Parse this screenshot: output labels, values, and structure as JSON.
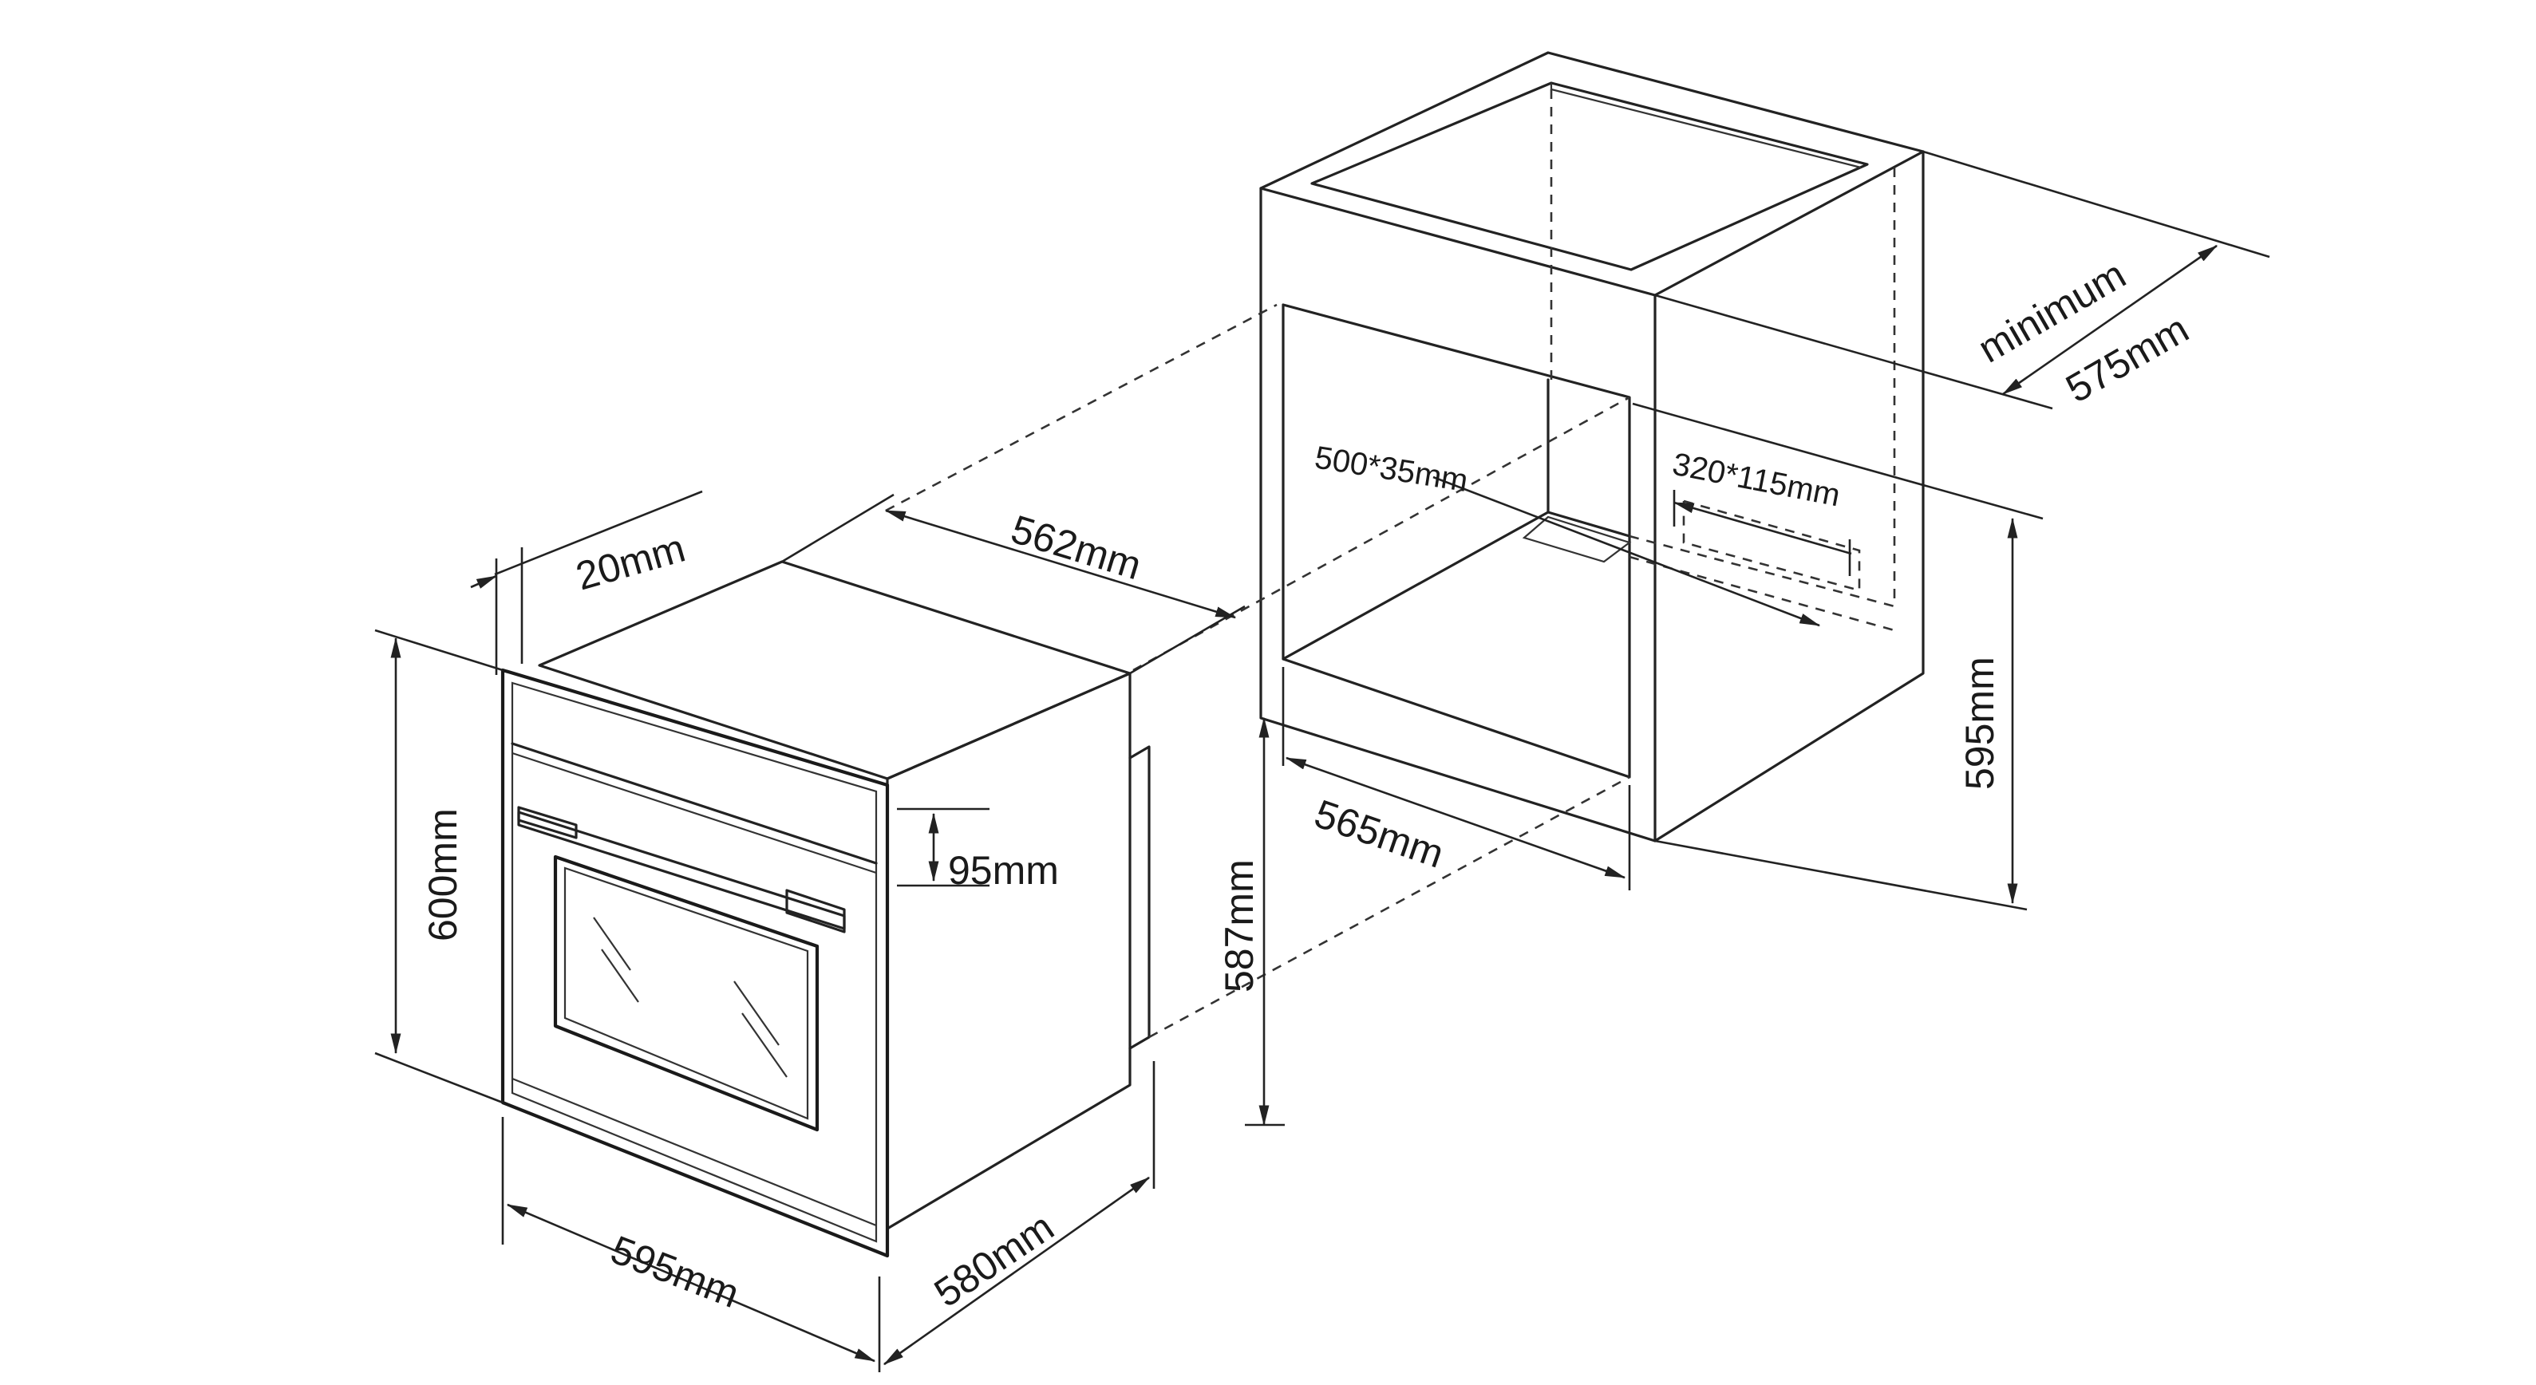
{
  "diagram": {
    "dimensions": {
      "oven_thickness": "20mm",
      "oven_height": "600mm",
      "oven_width": "595mm",
      "oven_depth": "580mm",
      "control_panel_height": "95mm",
      "body_depth": "562mm",
      "cutout_height": "587mm",
      "cutout_width": "565mm",
      "cabinet_height": "595mm",
      "min_depth_label": "minimum",
      "min_depth_value": "575mm",
      "vent_front": "500*35mm",
      "vent_back": "320*115mm"
    }
  }
}
